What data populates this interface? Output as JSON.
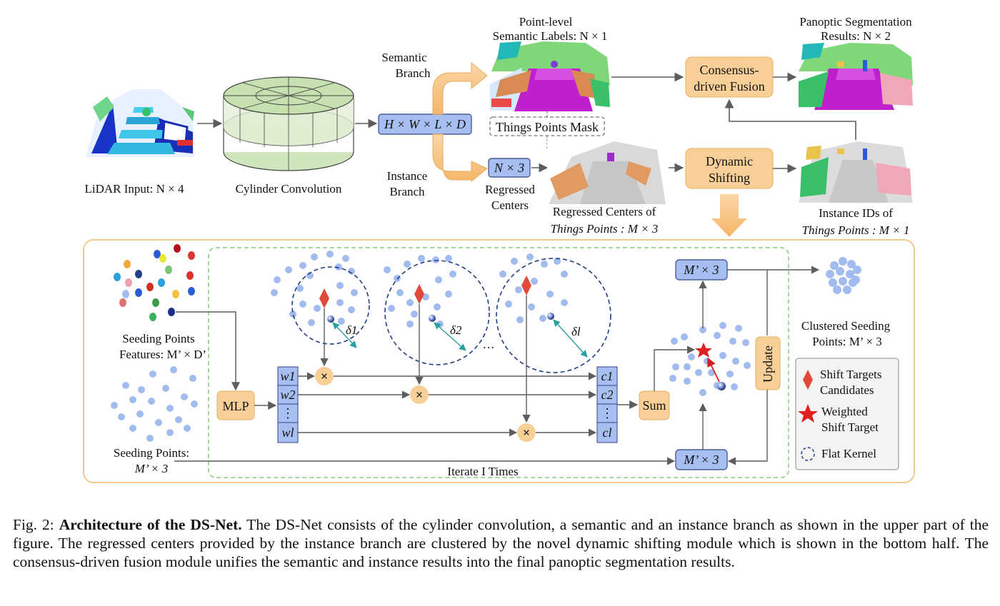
{
  "labels": {
    "lidar_input": "LiDAR Input: N × 4",
    "cylinder_convolution": "Cylinder Convolution",
    "semantic_branch_1": "Semantic",
    "semantic_branch_2": "Branch",
    "instance_branch_1": "Instance",
    "instance_branch_2": "Branch",
    "feature_tensor": "H × W × L × D",
    "regressed_tensor": "N × 3",
    "regressed_centers_1": "Regressed",
    "regressed_centers_2": "Centers",
    "point_semantic_1": "Point-level",
    "point_semantic_2": "Semantic Labels: N × 1",
    "things_mask": "Things Points Mask",
    "consensus_fusion_1": "Consensus-",
    "consensus_fusion_2": "driven Fusion",
    "panoptic_results_1": "Panoptic Segmentation",
    "panoptic_results_2": "Results: N × 2",
    "dynamic_shifting_1": "Dynamic",
    "dynamic_shifting_2": "Shifting",
    "regressed_things_1": "Regressed  Centers of",
    "regressed_things_2": "Things Points : M × 3",
    "instance_ids_1": "Instance IDs of",
    "instance_ids_2": "Things Points : M × 1",
    "seeding_features_1": "Seeding Points",
    "seeding_features_2": "Features: M’ × D’",
    "seeding_points_1": "Seeding Points:",
    "seeding_points_2": "M’ × 3",
    "mlp": "MLP",
    "w1": "w1",
    "w2": "w2",
    "wl": "wl",
    "vdots": "⋮",
    "c1": "c1",
    "c2": "c2",
    "cl": "cl",
    "multiply": "×",
    "sum": "Sum",
    "delta1": "δ1",
    "delta2": "δ2",
    "deltal": "δl",
    "ellipsis": "…",
    "mprime_top": "M’ × 3",
    "mprime_bottom": "M’ × 3",
    "update": "Update",
    "iterate": "Iterate I Times",
    "clustered_1": "Clustered Seeding",
    "clustered_2": "Points: M’ × 3",
    "legend_diamond_1": "Shift Targets",
    "legend_diamond_2": "Candidates",
    "legend_star_1": "Weighted",
    "legend_star_2": "Shift Target",
    "legend_kernel": "Flat Kernel"
  },
  "caption": {
    "prefix": "Fig. 2: ",
    "title": "Architecture of the DS-Net.",
    "body": " The DS-Net consists of the cylinder convolution, a semantic and an instance branch as shown in the upper part of the figure. The regressed centers provided by the instance branch are clustered by the novel dynamic shifting module which is shown in the bottom half. The consensus-driven fusion module unifies the semantic and instance results into the final panoptic segmentation results."
  },
  "colors": {
    "orange_box": "#f9cf98",
    "orange_box_stroke": "#e8ad5e",
    "blue_box": "#a7bff0",
    "blue_box_stroke": "#4a5f99",
    "point_blue": "#a3bcef",
    "kernel_dash": "#213d83",
    "diamond": "#e04a3a",
    "star": "#e02020",
    "arrow": "#5d5d5d",
    "teal_arrow": "#2aa0a0",
    "panel_border": "#f2c98e",
    "iterate_dash": "#8cc77a"
  },
  "icons": [
    "lidar-scan-image",
    "cylinder-icon",
    "diamond-icon",
    "star-icon",
    "flat-kernel-icon",
    "seed-point-icon"
  ]
}
